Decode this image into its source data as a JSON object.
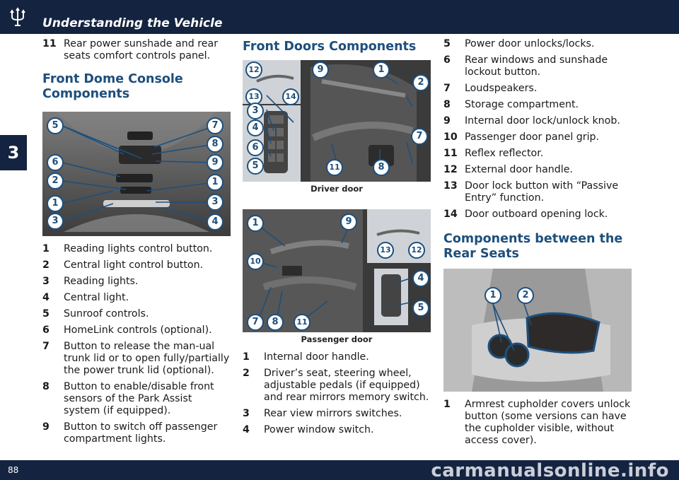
{
  "header": {
    "title": "Understanding the Vehicle"
  },
  "chapter": "3",
  "footer": {
    "page": "88",
    "watermark": "carmanualsonline.info"
  },
  "col1": {
    "intro_item": {
      "num": "11",
      "text": "Rear power sunshade and rear seats comfort controls panel."
    },
    "dome_title": "Front Dome Console Components",
    "dome_items": [
      {
        "num": "1",
        "text": "Reading lights control button."
      },
      {
        "num": "2",
        "text": "Central light control button."
      },
      {
        "num": "3",
        "text": "Reading lights."
      },
      {
        "num": "4",
        "text": "Central light."
      },
      {
        "num": "5",
        "text": "Sunroof controls."
      },
      {
        "num": "6",
        "text": "HomeLink controls (optional)."
      },
      {
        "num": "7",
        "text": "Button to release the man-ual trunk lid or to open fully/partially the power trunk lid (optional)."
      },
      {
        "num": "8",
        "text": "Button to enable/disable front sensors of the Park Assist system (if equipped)."
      },
      {
        "num": "9",
        "text": "Button to switch off passenger compartment lights."
      }
    ],
    "dome_callouts": [
      "5",
      "6",
      "2",
      "1",
      "3",
      "7",
      "8",
      "9",
      "1",
      "3",
      "4"
    ]
  },
  "col2": {
    "title": "Front Doors Components",
    "driver_caption": "Driver door",
    "passenger_caption": "Passenger door",
    "driver_callouts": [
      "12",
      "13",
      "14",
      "9",
      "1",
      "2",
      "3",
      "4",
      "6",
      "5",
      "11",
      "8",
      "7"
    ],
    "passenger_callouts": [
      "1",
      "9",
      "10",
      "7",
      "8",
      "11",
      "13",
      "12",
      "4",
      "5"
    ],
    "items": [
      {
        "num": "1",
        "text": "Internal door handle."
      },
      {
        "num": "2",
        "text": "Driver’s seat, steering wheel, adjustable pedals (if equipped) and rear mirrors memory switch."
      },
      {
        "num": "3",
        "text": "Rear view mirrors switches."
      },
      {
        "num": "4",
        "text": "Power window switch."
      }
    ]
  },
  "col3": {
    "items": [
      {
        "num": "5",
        "text": "Power door unlocks/locks."
      },
      {
        "num": "6",
        "text": "Rear windows and sunshade lockout button."
      },
      {
        "num": "7",
        "text": "Loudspeakers."
      },
      {
        "num": "8",
        "text": "Storage compartment."
      },
      {
        "num": "9",
        "text": "Internal door lock/unlock knob."
      },
      {
        "num": "10",
        "text": "Passenger door panel grip."
      },
      {
        "num": "11",
        "text": "Reflex reflector."
      },
      {
        "num": "12",
        "text": "External door handle."
      },
      {
        "num": "13",
        "text": "Door lock button with “Passive Entry” function."
      },
      {
        "num": "14",
        "text": "Door outboard opening lock."
      }
    ],
    "rear_title": "Components between the Rear Seats",
    "rear_callouts": [
      "1",
      "2"
    ],
    "rear_items": [
      {
        "num": "1",
        "text": "Armrest cupholder covers unlock button (some versions can have the cupholder visible, without access cover)."
      }
    ]
  },
  "colors": {
    "navy": "#14233f",
    "title_blue": "#1d4f7c",
    "callout_fill": "#ffffff",
    "callout_stroke": "#1d4f7c"
  },
  "icons": {
    "logo": "trident-logo-icon"
  }
}
